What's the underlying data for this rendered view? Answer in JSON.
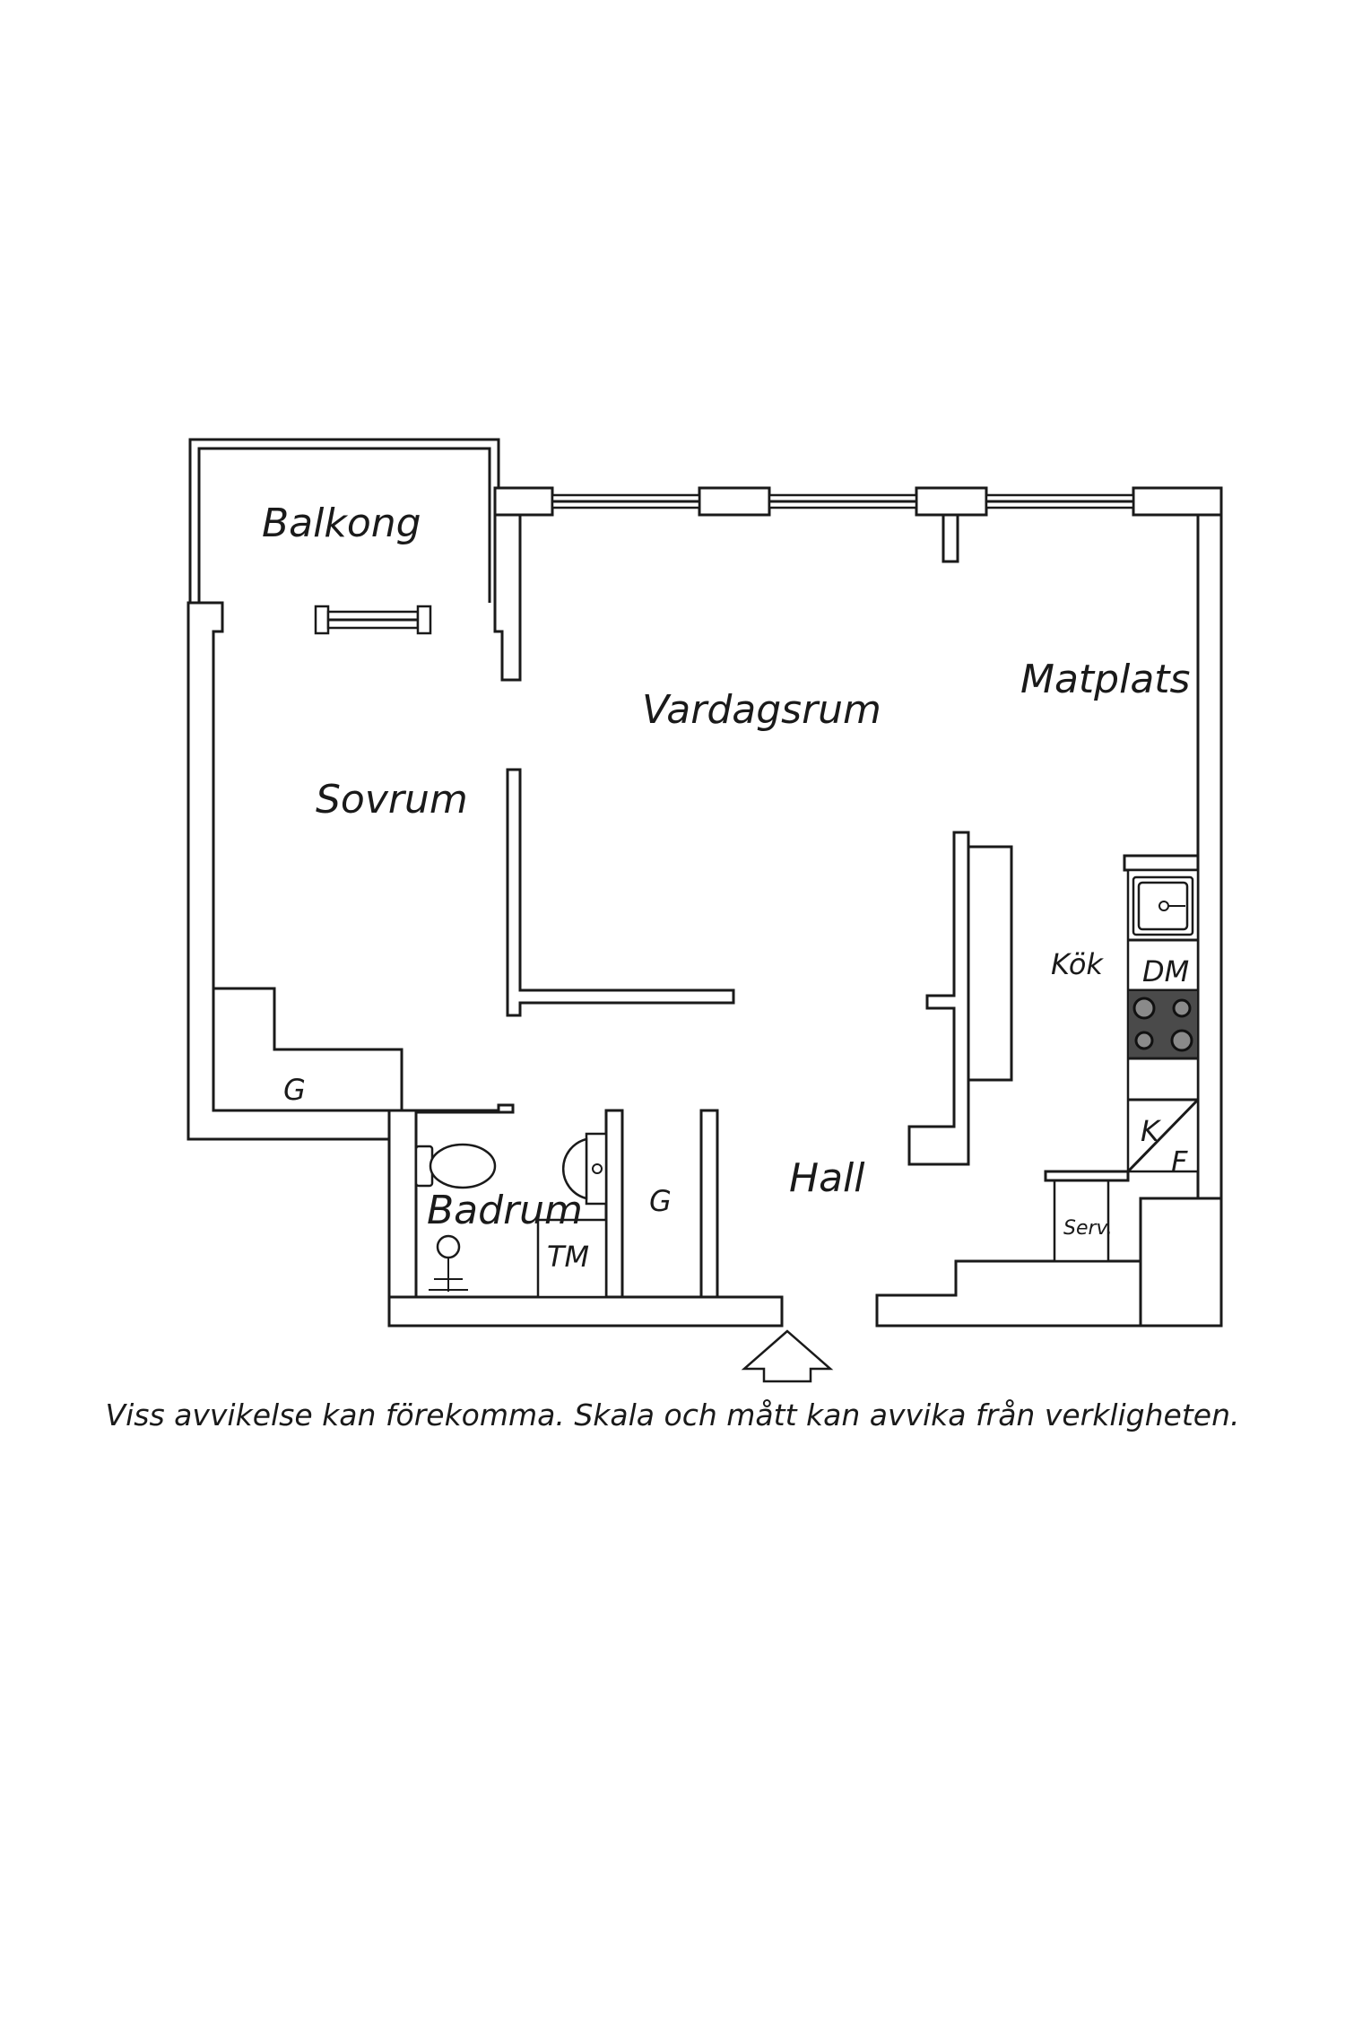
{
  "rooms": {
    "balcony": "Balkong",
    "living_room": "Vardagsrum",
    "dining": "Matplats",
    "bedroom": "Sovrum",
    "kitchen": "Kök",
    "dishwasher": "DM",
    "wardrobe_bedroom": "G",
    "wardrobe_hall": "G",
    "hall": "Hall",
    "bathroom": "Badrum",
    "washing_machine": "TM",
    "fridge": "K",
    "freezer": "F",
    "service": "Serv."
  },
  "disclaimer": "Viss avvikelse kan förekomma. Skala och mått kan avvika från verkligheten."
}
